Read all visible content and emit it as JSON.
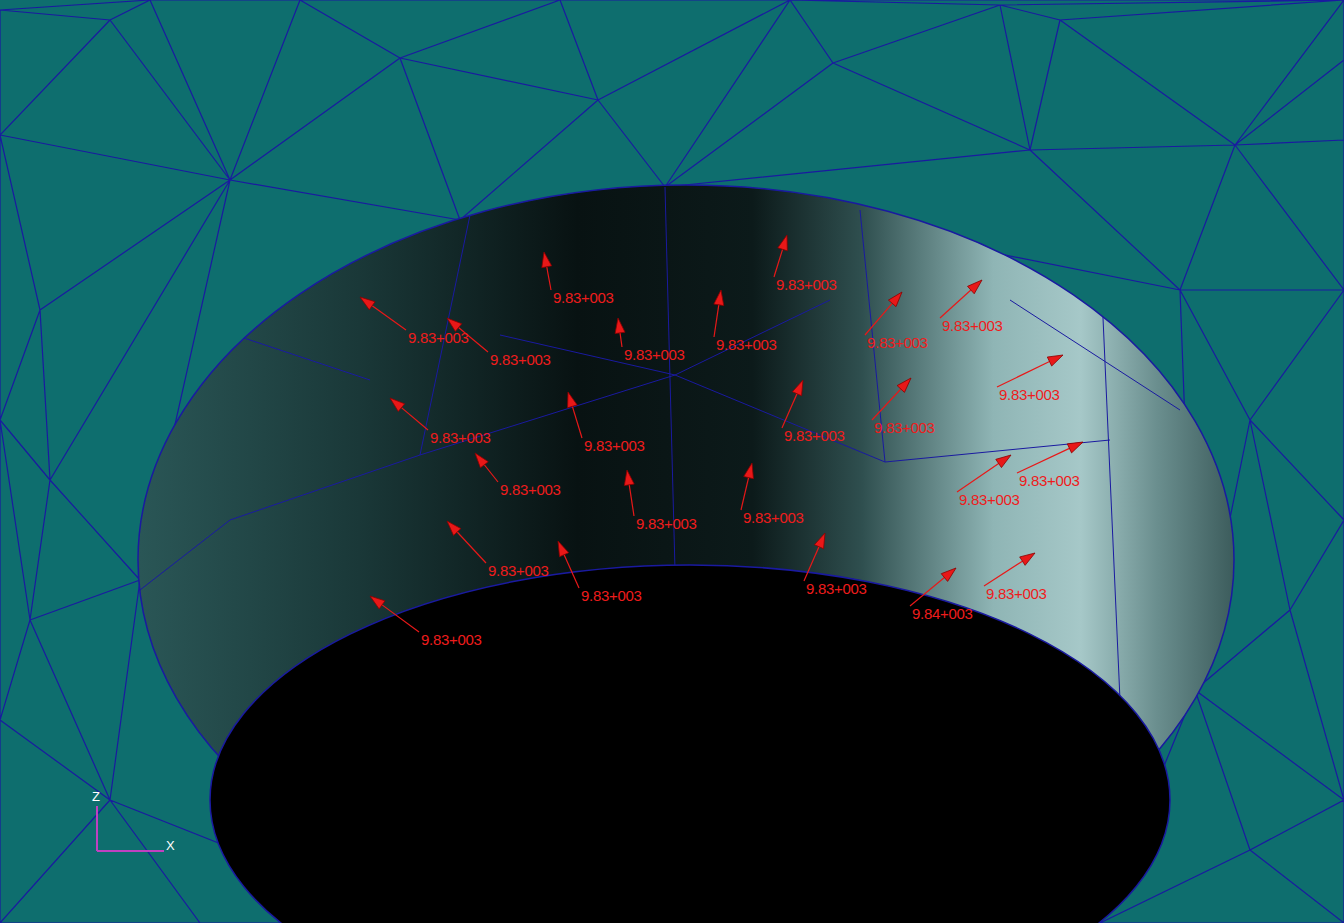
{
  "diagram": {
    "labels": [
      "9.83+003",
      "9.83+003",
      "9.83+003",
      "9.83+003",
      "9.83+003",
      "9.83+003",
      "9.83+003",
      "9.83+003",
      "9.83+003",
      "9.83+003",
      "9.83+003",
      "9.83+003",
      "9.83+003",
      "9.83+003",
      "9.83+003",
      "9.83+003",
      "9.83+003",
      "9.83+003",
      "9.83+003",
      "9.83+003",
      "9.83+003",
      "9.84+003",
      "9.83+003",
      "9.83+003",
      "Z",
      "X"
    ]
  }
}
